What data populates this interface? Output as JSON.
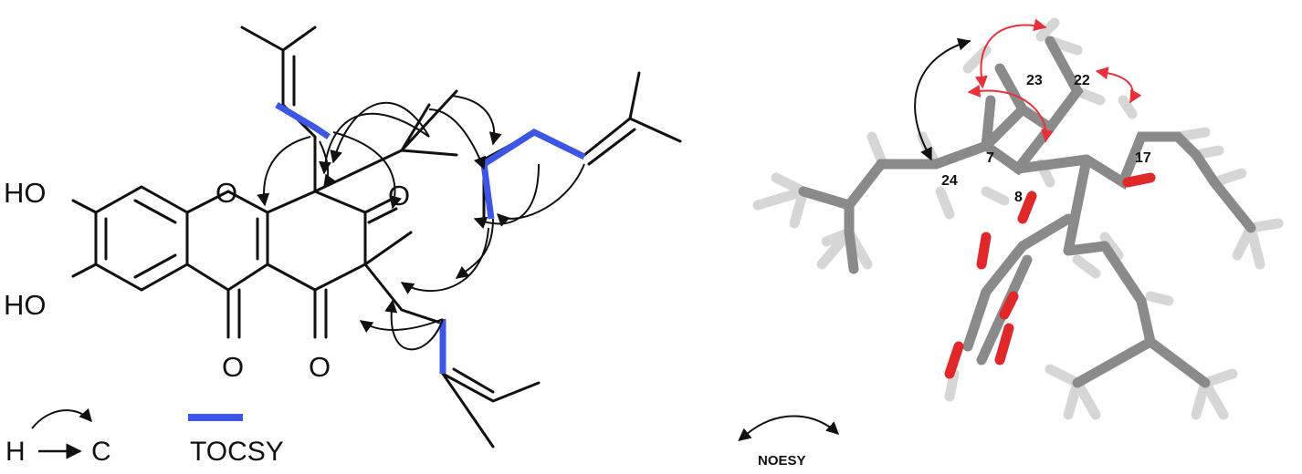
{
  "atom_labels": {
    "ho_upper": "HO",
    "ho_lower": "HO",
    "ring_o": "O",
    "ketone_o": "O",
    "carbonyl_o_1": "O",
    "carbonyl_o_2": "O"
  },
  "legend": {
    "h": "H",
    "c": "C",
    "tocsy": "TOCSY",
    "noesy": "NOESY"
  },
  "atom_numbers": [
    "23",
    "22",
    "7",
    "17",
    "24",
    "8"
  ],
  "colors": {
    "tocsy": "#3e56e6",
    "noesy": "#e8313b",
    "hmbc": "#111111",
    "carbon": "#8a8a8a",
    "hydrogen": "#dadada",
    "oxygen": "#e0282b"
  }
}
